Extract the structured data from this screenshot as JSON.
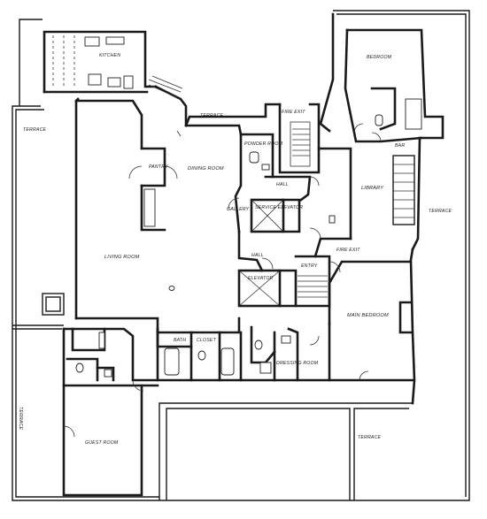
{
  "labels": {
    "kitchen": "KITCHEN",
    "terrace_west": "TERRACE",
    "terrace_north": "TERRACE",
    "terrace_east": "TERRACE",
    "terrace_southwest": "TERRACE",
    "terrace_south": "TERRACE",
    "pantry": "PANTRY",
    "powder_room": "POWDER ROOM",
    "dining_room": "DINING ROOM",
    "hall": "HALL",
    "service_elevator": "SERVICE ELEVATOR",
    "fire_exit_north": "FIRE EXIT",
    "fire_exit_south": "FIRE EXIT",
    "bedroom": "BEDROOM",
    "bar": "BAR",
    "library": "LIBRARY",
    "living_room": "LIVING ROOM",
    "elevator": "ELEVATOR",
    "main_bedroom": "MAIN BEDROOM",
    "dressing_room": "DRESSING ROOM",
    "guest_room": "GUEST ROOM",
    "bath": "BATH",
    "closet": "CLOSET",
    "gallery": "GALLERY",
    "entry": "ENTRY",
    "hall_south": "HALL"
  }
}
